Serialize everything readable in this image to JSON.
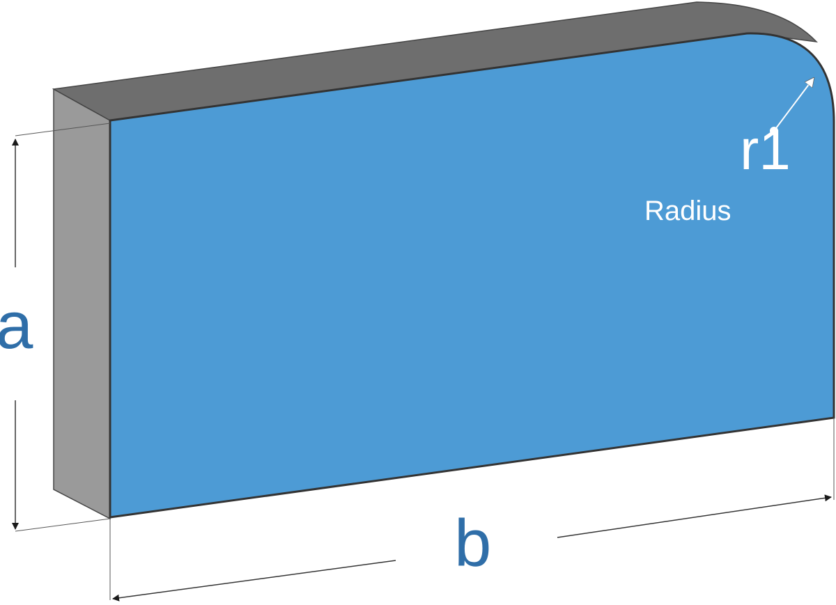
{
  "labels": {
    "height": "a",
    "width": "b",
    "radius_symbol": "r1",
    "radius_word": "Radius"
  },
  "colors": {
    "front_face": "#4d9bd5",
    "top_face": "#6e6e6e",
    "side_face": "#9a9a9a",
    "outline": "#333333",
    "dimension_text": "#2f6ea8",
    "dimension_line": "#333333",
    "annotation_text": "#ffffff"
  }
}
